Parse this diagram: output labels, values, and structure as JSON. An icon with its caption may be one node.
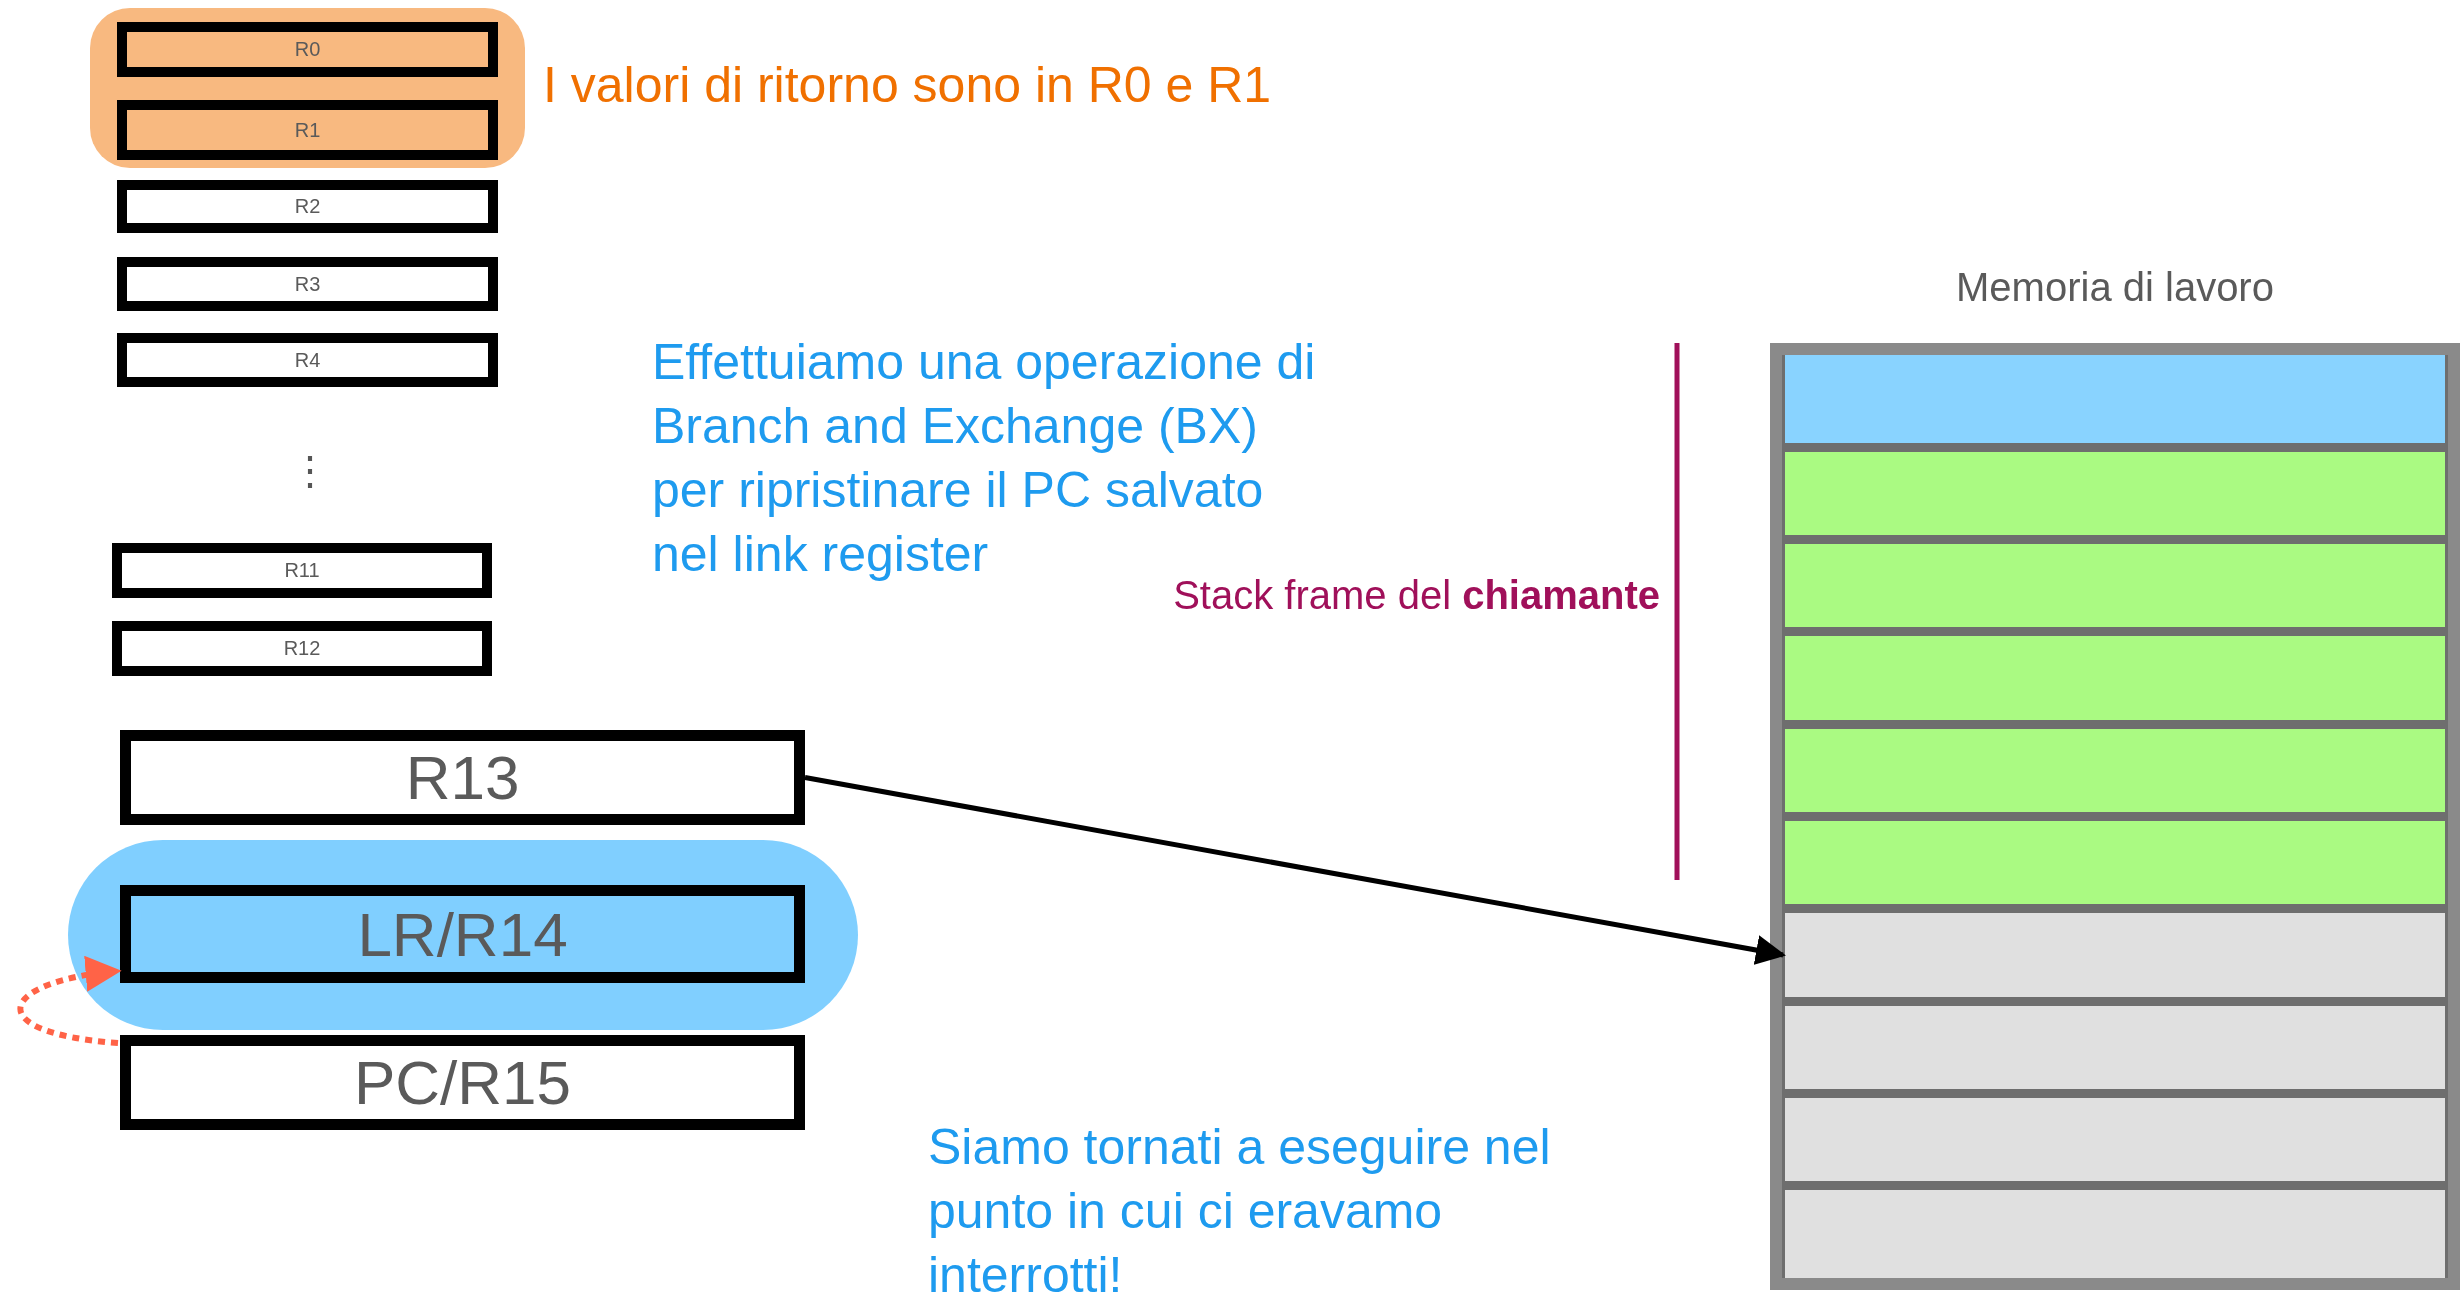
{
  "diagram": {
    "nodes": [
      {
        "text": [],
        "shape": "box",
        "beside": [
          "I valori di ritorno sono in R0 e R1"
        ]
      },
      {
        "text": [
          "R0"
        ],
        "in": 0
      },
      {
        "text": [
          "R1"
        ],
        "in": 0
      },
      {
        "text": [
          "R2"
        ]
      },
      {
        "text": [
          "R3"
        ]
      },
      {
        "text": [
          "R4"
        ]
      },
      {
        "text": [
          "R11"
        ]
      },
      {
        "text": [
          "R12"
        ]
      },
      {
        "text": [
          "R13"
        ]
      },
      {
        "text": [],
        "shape": "box"
      },
      {
        "text": [
          "LR/R14"
        ],
        "in": 9
      },
      {
        "text": [
          "PC/R15"
        ]
      },
      {
        "text": [
          "Memoria di lavoro"
        ]
      },
      {
        "text": [],
        "shape": "box",
        "in": 12
      },
      {
        "text": [],
        "shape": "box",
        "in": 12
      },
      {
        "text": [],
        "shape": "box",
        "in": 12
      },
      {
        "text": [],
        "shape": "box",
        "in": 12
      },
      {
        "text": [],
        "shape": "box",
        "in": 12
      },
      {
        "text": [],
        "shape": "box",
        "in": 12
      },
      {
        "text": [],
        "shape": "box",
        "in": 12
      },
      {
        "text": [],
        "shape": "box",
        "in": 12
      },
      {
        "text": [],
        "shape": "box",
        "in": 12
      },
      {
        "text": [],
        "shape": "box",
        "in": 12
      }
    ],
    "edges": [
      {
        "from": 8,
        "to": 19,
        "arrow": "to"
      },
      {
        "from": 11,
        "to": 10,
        "arrow": "to",
        "style": "dashed",
        "color": "#ff6347"
      }
    ],
    "labels": [
      "⋮",
      "Effettuiamo una operazione di Branch and Exchange (BX) per ripristinare il PC salvato nel link register",
      "Stack frame del **chiamante**",
      "Siamo tornati a eseguire nel punto in cui ci eravamo interrotti!"
    ]
  }
}
